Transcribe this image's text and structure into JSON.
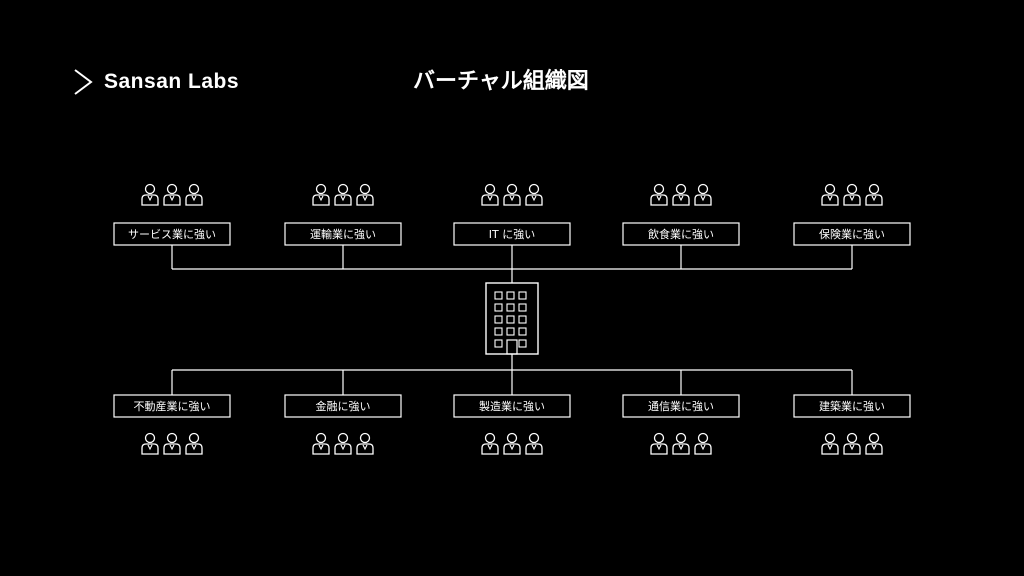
{
  "brand": {
    "name": "Sansan Labs",
    "icon": "chevron-right-icon"
  },
  "title": "バーチャル組織図",
  "colors": {
    "background": "#000000",
    "line": "#ffffff"
  },
  "top_row": [
    "サービス業に強い",
    "運輸業に強い",
    "IT に強い",
    "飲食業に強い",
    "保険業に強い"
  ],
  "bottom_row": [
    "不動産業に強い",
    "金融に強い",
    "製造業に強い",
    "通信業に強い",
    "建築業に強い"
  ],
  "center": {
    "icon": "building-icon"
  },
  "group_icon": "people-icon"
}
